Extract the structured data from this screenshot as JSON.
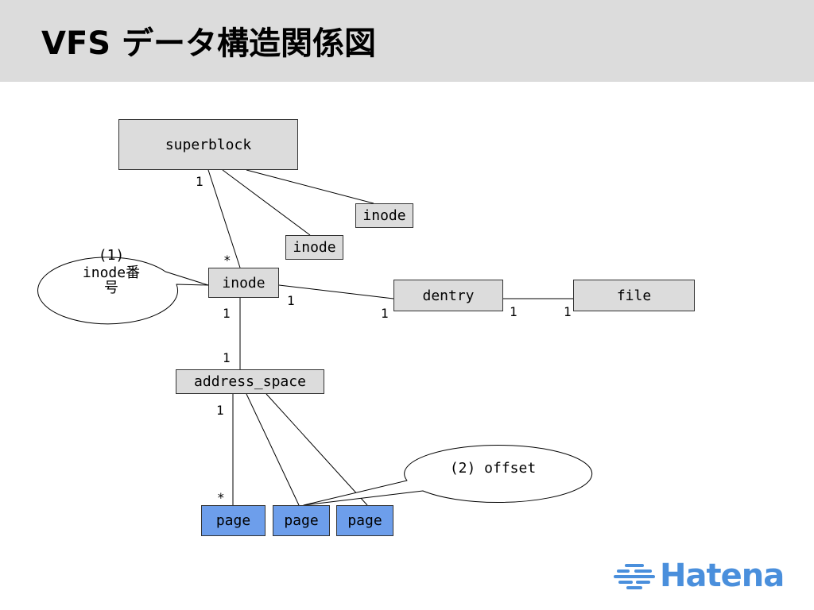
{
  "title": "VFS データ構造関係図",
  "nodes": {
    "superblock": "superblock",
    "inode_small_1": "inode",
    "inode_small_2": "inode",
    "inode_main": "inode",
    "dentry": "dentry",
    "file": "file",
    "address_space": "address_space",
    "page_1": "page",
    "page_2": "page",
    "page_3": "page"
  },
  "multiplicities": {
    "superblock_inode_super": "1",
    "superblock_inode_inode": "*",
    "inode_dentry_inode": "1",
    "inode_dentry_dentry": "1",
    "dentry_file_dentry": "1",
    "dentry_file_file": "1",
    "inode_address_space_inode": "1",
    "inode_address_space_as": "1",
    "address_space_page_as": "1",
    "address_space_page_page": "*"
  },
  "callouts": {
    "inode_number_line1": "(1)",
    "inode_number_line2": "inode番",
    "inode_number_line3": "号",
    "offset": "(2) offset"
  },
  "logo": {
    "text": "Hatena",
    "icon": "hatena-logo-icon",
    "color": "#4a8fdc"
  },
  "colors": {
    "header_bg": "#dcdcdc",
    "box_bg": "#dcdcdc",
    "page_bg": "#6d9eeb"
  }
}
